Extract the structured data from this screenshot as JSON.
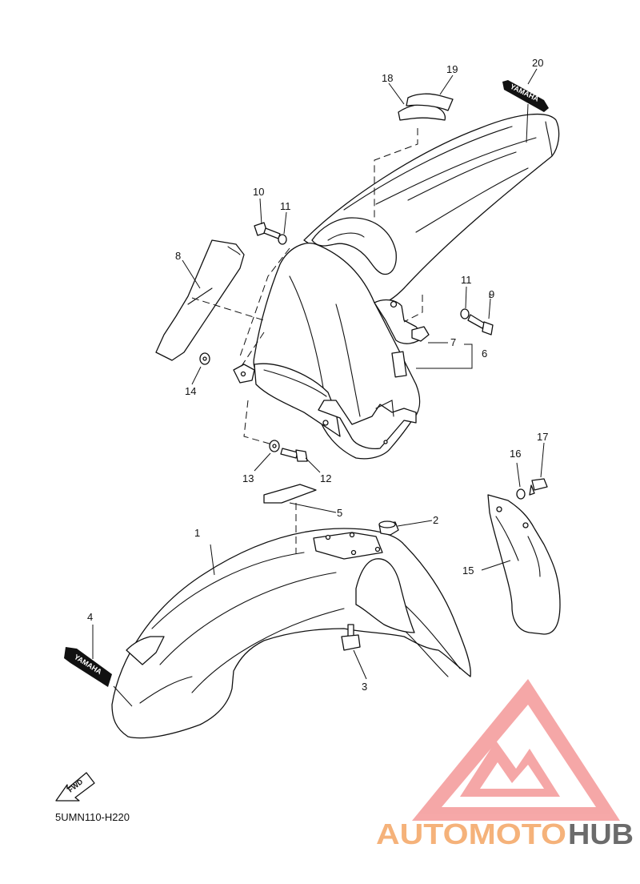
{
  "diagram": {
    "code": "5UMN110-H220",
    "fwd_label": "FWD",
    "decal_text_front": "YAMAHA",
    "decal_text_rear": "YAMAHA",
    "callouts": [
      "1",
      "2",
      "3",
      "4",
      "5",
      "6",
      "7",
      "8",
      "9",
      "10",
      "11",
      "11",
      "12",
      "13",
      "14",
      "15",
      "16",
      "17",
      "18",
      "19",
      "20"
    ]
  },
  "watermark": {
    "brand_part1": "AUTOMOTO",
    "brand_part2": "HUB",
    "color_orange": "#f5b27a",
    "color_gray": "#6b6b6b",
    "color_logo": "#f29a9a"
  }
}
